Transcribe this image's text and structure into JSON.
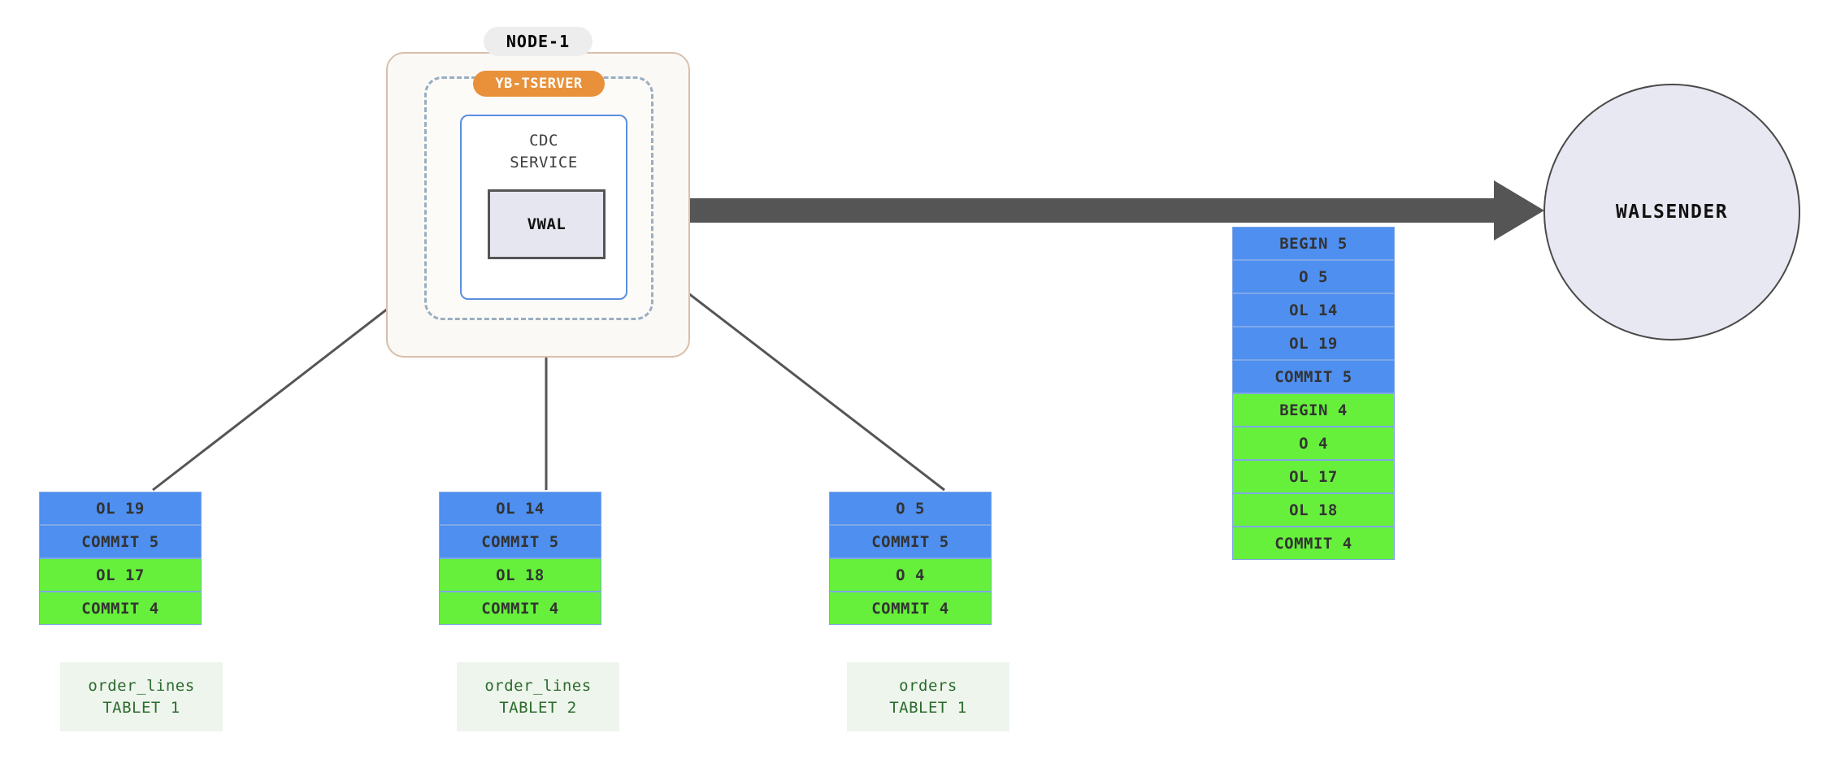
{
  "diagram": {
    "node": {
      "label": "NODE-1",
      "tserver_label": "YB-TSERVER",
      "cdc_service_label": "CDC\nSERVICE",
      "vwal_label": "VWAL"
    },
    "walsender": {
      "label": "WALSENDER"
    },
    "vwal_stream": {
      "name": "vwal-output-stream",
      "rows": [
        {
          "text": "BEGIN 5",
          "color": "blue"
        },
        {
          "text": "O 5",
          "color": "blue"
        },
        {
          "text": "OL 14",
          "color": "blue"
        },
        {
          "text": "OL 19",
          "color": "blue"
        },
        {
          "text": "COMMIT 5",
          "color": "blue"
        },
        {
          "text": "BEGIN 4",
          "color": "green"
        },
        {
          "text": "O 4",
          "color": "green"
        },
        {
          "text": "OL 17",
          "color": "green"
        },
        {
          "text": "OL 18",
          "color": "green"
        },
        {
          "text": "COMMIT 4",
          "color": "green"
        }
      ]
    },
    "tablets": [
      {
        "name": "order-lines-tablet-1",
        "caption": "order_lines\nTABLET 1",
        "rows": [
          {
            "text": "OL 19",
            "color": "blue"
          },
          {
            "text": "COMMIT 5",
            "color": "blue"
          },
          {
            "text": "OL 17",
            "color": "green"
          },
          {
            "text": "COMMIT 4",
            "color": "green"
          }
        ]
      },
      {
        "name": "order-lines-tablet-2",
        "caption": "order_lines\nTABLET 2",
        "rows": [
          {
            "text": "OL 14",
            "color": "blue"
          },
          {
            "text": "COMMIT 5",
            "color": "blue"
          },
          {
            "text": "OL 18",
            "color": "green"
          },
          {
            "text": "COMMIT 4",
            "color": "green"
          }
        ]
      },
      {
        "name": "orders-tablet-1",
        "caption": "orders\nTABLET 1",
        "rows": [
          {
            "text": "O 5",
            "color": "blue"
          },
          {
            "text": "COMMIT 5",
            "color": "blue"
          },
          {
            "text": "O 4",
            "color": "green"
          },
          {
            "text": "COMMIT 4",
            "color": "green"
          }
        ]
      }
    ],
    "colors": {
      "blue_record": "#4E8FF0",
      "green_record": "#66F03B",
      "record_border": "#7FA7E8",
      "tserver_badge": "#E8913A",
      "node_border": "#D9BFA9",
      "node_fill": "#FBF9F6",
      "tserver_dash": "#9AAEC2",
      "cdc_border": "#5B8FE0",
      "vwal_fill": "#E6E6F0",
      "vwal_border": "#555555",
      "walsender_fill": "#E8E8F2",
      "walsender_border": "#4A4A4A",
      "arrow": "#555555",
      "caption_fill": "#EDF5EC",
      "caption_text": "#2E6B2E"
    }
  }
}
